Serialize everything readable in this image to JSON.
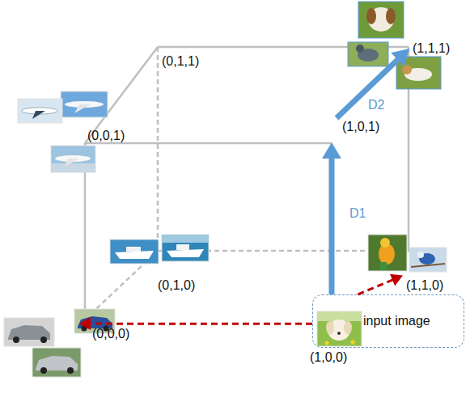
{
  "diagram": {
    "nodes": [
      {
        "text": [
          "(0,1,1)"
        ]
      },
      {
        "text": [
          "(1,1,1)"
        ]
      },
      {
        "text": [
          "(0,0,1)"
        ]
      },
      {
        "text": [
          "(1,0,1)"
        ]
      },
      {
        "text": [
          "(0,1,0)"
        ]
      },
      {
        "text": [
          "(1,1,0)"
        ]
      },
      {
        "text": [
          "input image",
          "(1,0,0)"
        ]
      },
      {
        "text": [
          "(0,0,0)"
        ]
      }
    ],
    "edges": [
      {
        "from": 6,
        "to": 3,
        "label": "D1",
        "arrow": "to"
      },
      {
        "from": 3,
        "to": 1,
        "label": "D2",
        "arrow": "to"
      },
      {
        "from": 6,
        "to": 7,
        "arrow": "to"
      },
      {
        "from": 6,
        "to": 5,
        "arrow": "to"
      }
    ]
  }
}
